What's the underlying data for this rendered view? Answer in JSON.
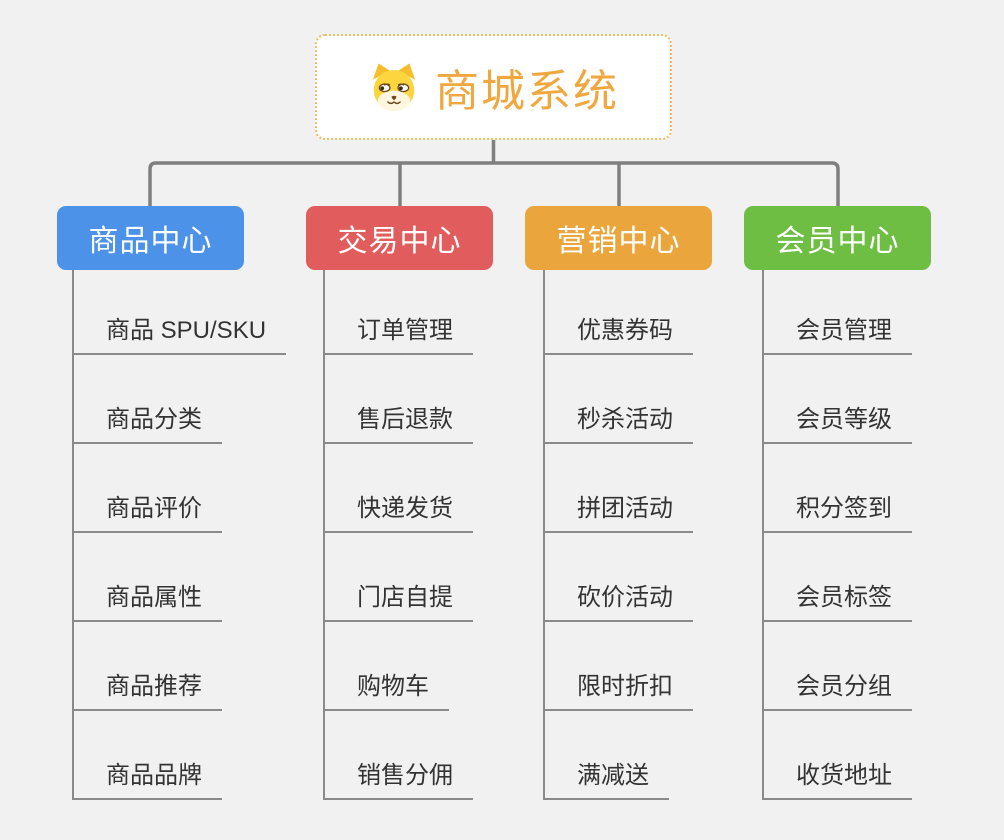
{
  "root": {
    "title": "商城系统",
    "icon": "dog-face-icon"
  },
  "branches": [
    {
      "label": "商品中心",
      "color": "#4B92E8",
      "items": [
        "商品 SPU/SKU",
        "商品分类",
        "商品评价",
        "商品属性",
        "商品推荐",
        "商品品牌"
      ]
    },
    {
      "label": "交易中心",
      "color": "#E15C5C",
      "items": [
        "订单管理",
        "售后退款",
        "快递发货",
        "门店自提",
        "购物车",
        "销售分佣"
      ]
    },
    {
      "label": "营销中心",
      "color": "#EAA63C",
      "items": [
        "优惠券码",
        "秒杀活动",
        "拼团活动",
        "砍价活动",
        "限时折扣",
        "满减送"
      ]
    },
    {
      "label": "会员中心",
      "color": "#6EBE44",
      "items": [
        "会员管理",
        "会员等级",
        "积分签到",
        "会员标签",
        "会员分组",
        "收货地址"
      ]
    }
  ],
  "colors": {
    "background": "#F1F1F1",
    "root_title": "#F0A73E",
    "root_border": "#F2BA63",
    "connector": "#7F7F7F",
    "child_line": "#8A8A8A",
    "child_text": "#333333"
  }
}
